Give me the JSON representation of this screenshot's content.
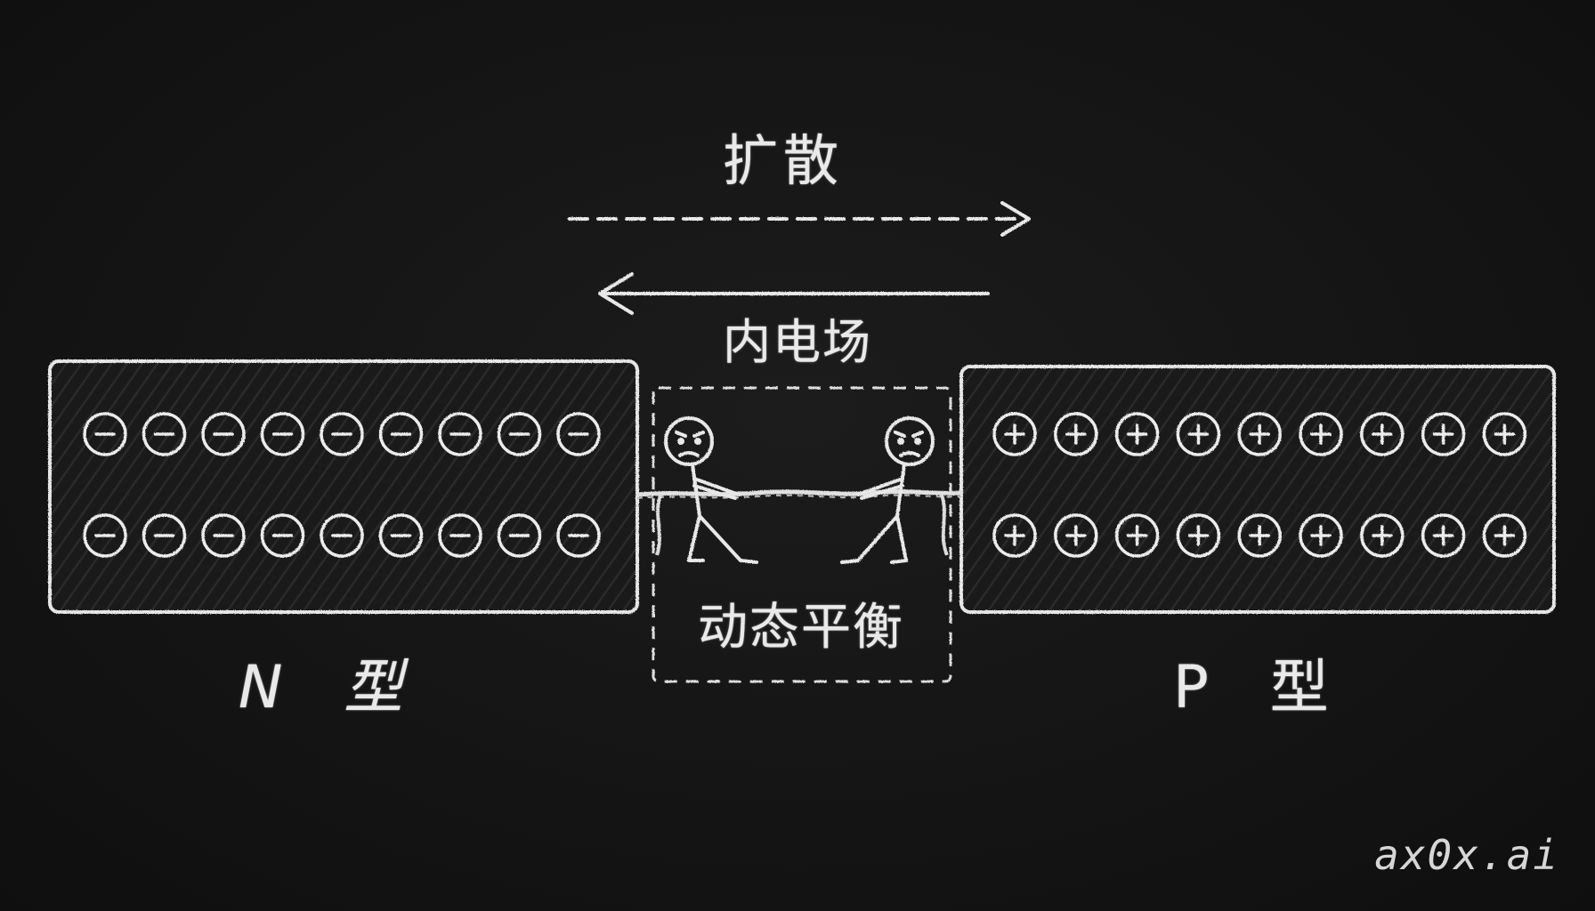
{
  "diagram": {
    "diffusion_label": "扩散",
    "field_label": "内电场",
    "equilibrium_label": "动态平衡",
    "n_type_label": "N 型",
    "p_type_label": "P 型",
    "n_region_charge": "−",
    "p_region_charge": "+",
    "n_region_rows": 2,
    "n_region_columns": 9,
    "p_region_rows": 2,
    "p_region_columns": 9,
    "figures": [
      "stick-figure-left",
      "stick-figure-right"
    ]
  },
  "watermark": "ax0x.ai",
  "colors": {
    "background": "#131313",
    "chalk": "#e9e9e9"
  }
}
